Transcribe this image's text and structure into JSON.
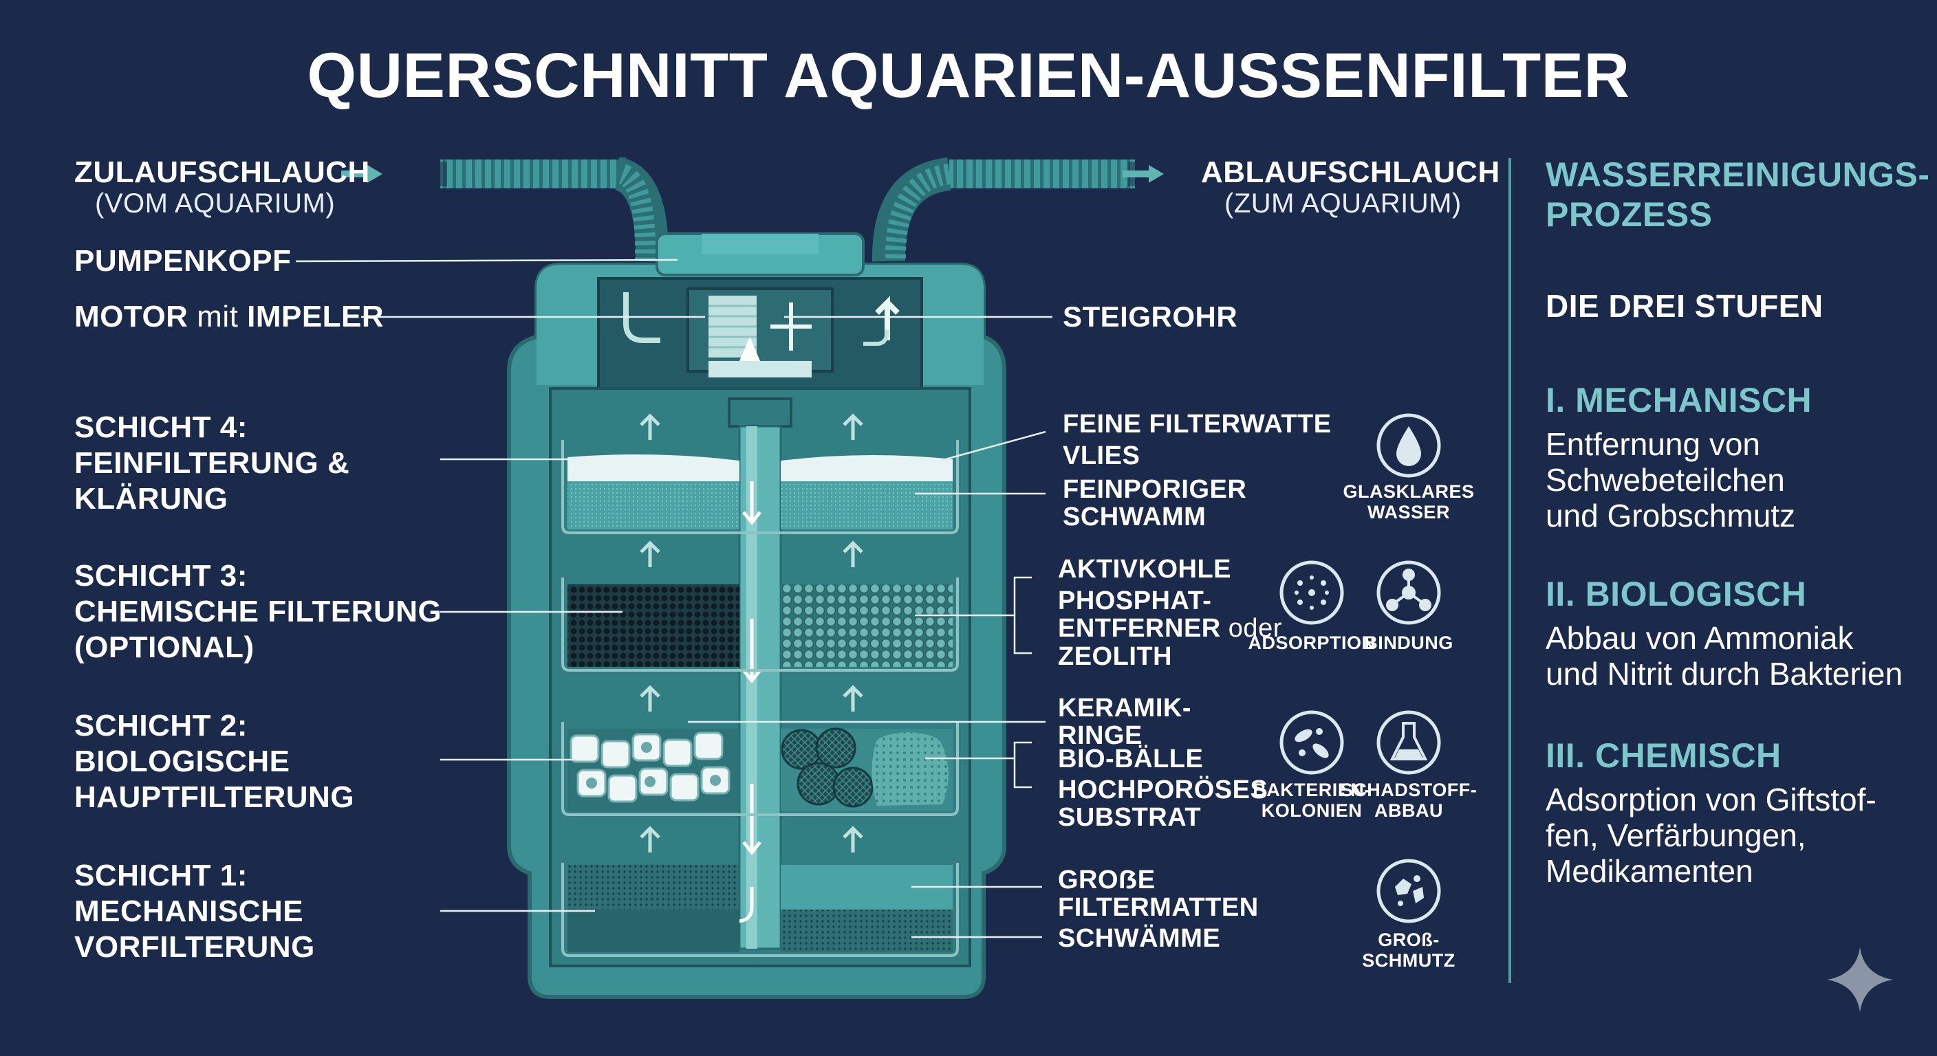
{
  "title": "QUERSCHNITT AQUARIEN-AUSSENFILTER",
  "inlet": {
    "label": "ZULAUFSCHLAUCH",
    "sub": "(VOM AQUARIUM)"
  },
  "outlet": {
    "label": "ABLAUFSCHLAUCH",
    "sub": "(ZUM AQUARIUM)"
  },
  "left_labels": {
    "pump_head": "PUMPENKOPF",
    "motor_a": "MOTOR",
    "motor_mid": "mit",
    "motor_b": "IMPELER",
    "layer4": [
      "SCHICHT 4:",
      "FEINFILTERUNG &",
      "KLÄRUNG"
    ],
    "layer3": [
      "SCHICHT 3:",
      "CHEMISCHE FILTERUNG",
      "(OPTIONAL)"
    ],
    "layer2": [
      "SCHICHT 2:",
      "BIOLOGISCHE",
      "HAUPTFILTERUNG"
    ],
    "layer1": [
      "SCHICHT 1:",
      "MECHANISCHE",
      "VORFILTERUNG"
    ]
  },
  "right_labels": {
    "riser": "STEIGROHR",
    "l4": [
      "FEINE FILTERWATTE",
      "VLIES",
      "FEINPORIGER",
      "SCHWAMM"
    ],
    "l3": [
      "AKTIVKOHLE",
      "PHOSPHAT-",
      "ENTFERNER",
      "oder",
      "ZEOLITH"
    ],
    "l2": [
      "KERAMIK-",
      "RINGE",
      "BIO-BÄLLE",
      "HOCHPORÖSES",
      "SUBSTRAT"
    ],
    "l1": [
      "GROẞE",
      "FILTERMATTEN",
      "SCHWÄMME"
    ]
  },
  "icons": [
    {
      "name": "droplet-icon",
      "label": [
        "GLASKLARES",
        "WASSER"
      ]
    },
    {
      "name": "adsorption-icon",
      "label": [
        "ADSORPTION"
      ]
    },
    {
      "name": "binding-icon",
      "label": [
        "BINDUNG"
      ]
    },
    {
      "name": "bacteria-icon",
      "label": [
        "BAKTERIEN-",
        "KOLONIEN"
      ]
    },
    {
      "name": "flask-icon",
      "label": [
        "SCHADSTOFF-",
        "ABBAU"
      ]
    },
    {
      "name": "debris-icon",
      "label": [
        "GROß-",
        "SCHMUTZ"
      ]
    }
  ],
  "process": {
    "heading": [
      "WASSERREINIGUNGS-",
      "PROZESS"
    ],
    "subheading": "DIE DREI STUFEN",
    "stages": [
      {
        "title": "I. MECHANISCH",
        "text": [
          "Entfernung von",
          "Schwebeteilchen",
          "und Grobschmutz"
        ]
      },
      {
        "title": "II. BIOLOGISCH",
        "text": [
          "Abbau von Ammoniak",
          "und Nitrit durch Bakterien"
        ]
      },
      {
        "title": "III. CHEMISCH",
        "text": [
          "Adsorption von Giftstof-",
          "fen, Verfärbungen,",
          "Medikamenten"
        ]
      }
    ]
  },
  "colors": {
    "background": "#1b2a4a",
    "teal": "#3f9a9c",
    "accent": "#7cc7cc"
  }
}
